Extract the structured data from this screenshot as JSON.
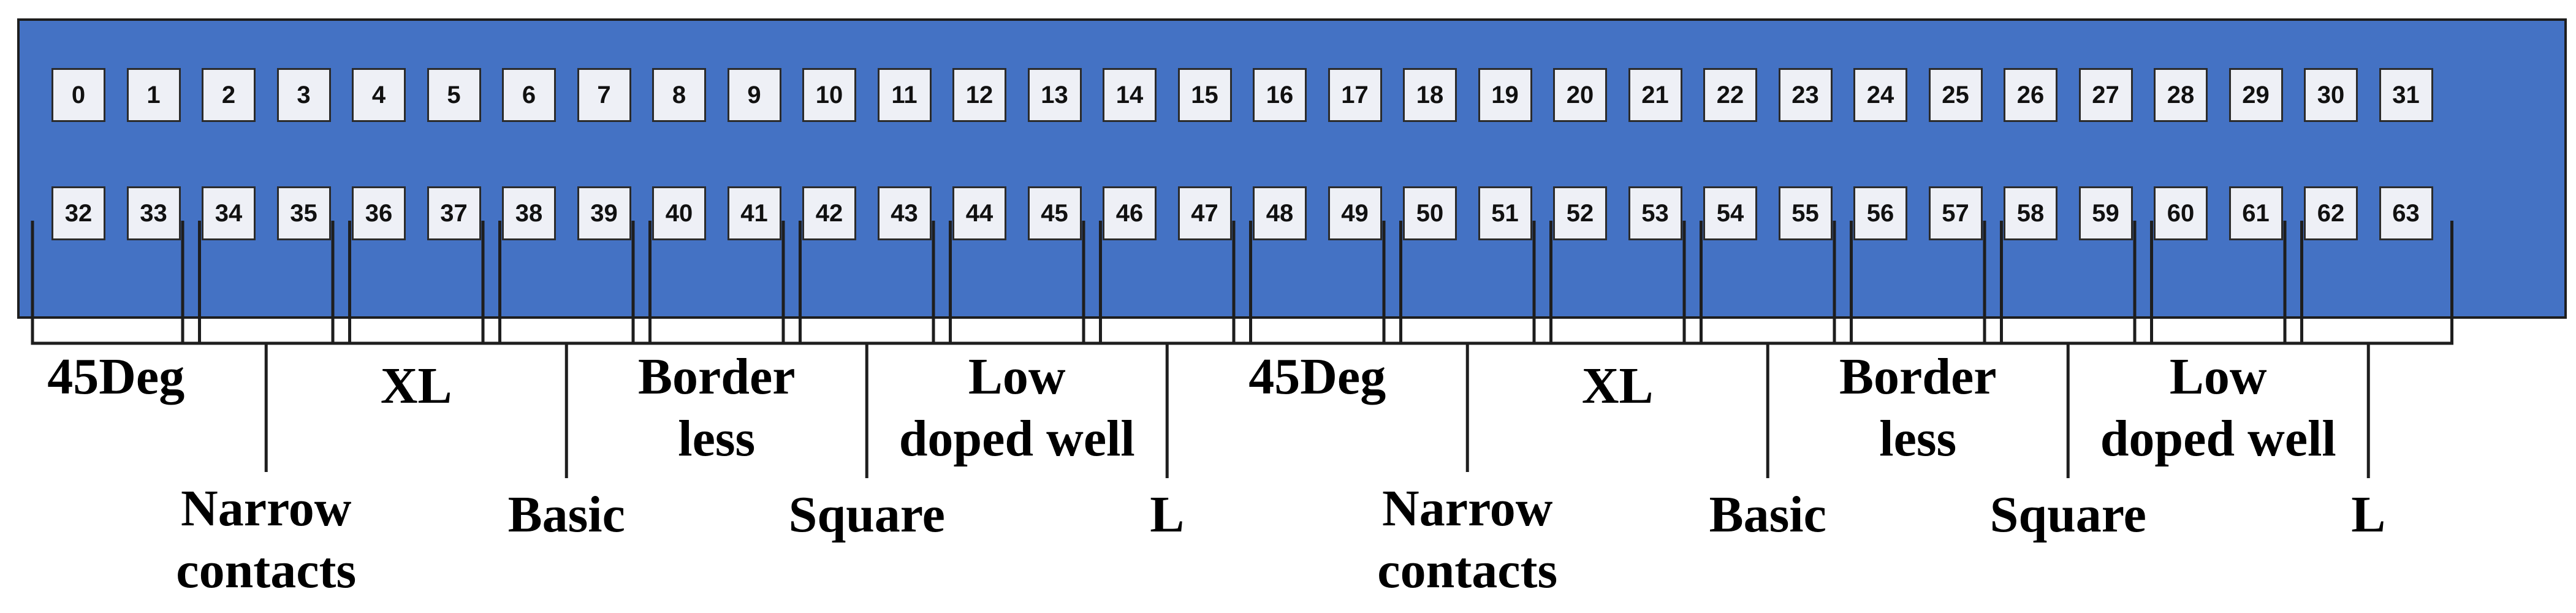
{
  "pad_rows": [
    [
      "0",
      "1",
      "2",
      "3",
      "4",
      "5",
      "6",
      "7",
      "8",
      "9",
      "10",
      "11",
      "12",
      "13",
      "14",
      "15",
      "16",
      "17",
      "18",
      "19",
      "20",
      "21",
      "22",
      "23",
      "24",
      "25",
      "26",
      "27",
      "28",
      "29",
      "30",
      "31"
    ],
    [
      "32",
      "33",
      "34",
      "35",
      "36",
      "37",
      "38",
      "39",
      "40",
      "41",
      "42",
      "43",
      "44",
      "45",
      "46",
      "47",
      "48",
      "49",
      "50",
      "51",
      "52",
      "53",
      "54",
      "55",
      "56",
      "57",
      "58",
      "59",
      "60",
      "61",
      "62",
      "63"
    ]
  ],
  "groups": [
    {
      "name": "45Deg",
      "text": "45Deg"
    },
    {
      "name": "narrow-contacts",
      "text": "Narrow\ncontacts"
    },
    {
      "name": "xl",
      "text": "XL"
    },
    {
      "name": "basic",
      "text": "Basic"
    },
    {
      "name": "borderless",
      "text": "Border\nless"
    },
    {
      "name": "square",
      "text": "Square"
    },
    {
      "name": "low-doped-well",
      "text": "Low\ndoped well"
    },
    {
      "name": "l",
      "text": "L"
    },
    {
      "name": "45Deg",
      "text": "45Deg"
    },
    {
      "name": "narrow-contacts",
      "text": "Narrow\ncontacts"
    },
    {
      "name": "xl",
      "text": "XL"
    },
    {
      "name": "basic",
      "text": "Basic"
    },
    {
      "name": "borderless",
      "text": "Border\nless"
    },
    {
      "name": "square",
      "text": "Square"
    },
    {
      "name": "low-doped-well",
      "text": "Low\ndoped well"
    },
    {
      "name": "l",
      "text": "L"
    }
  ],
  "colors": {
    "chip": "#4472c4",
    "pad": "#eef0f6",
    "line": "#1e1e1e"
  }
}
